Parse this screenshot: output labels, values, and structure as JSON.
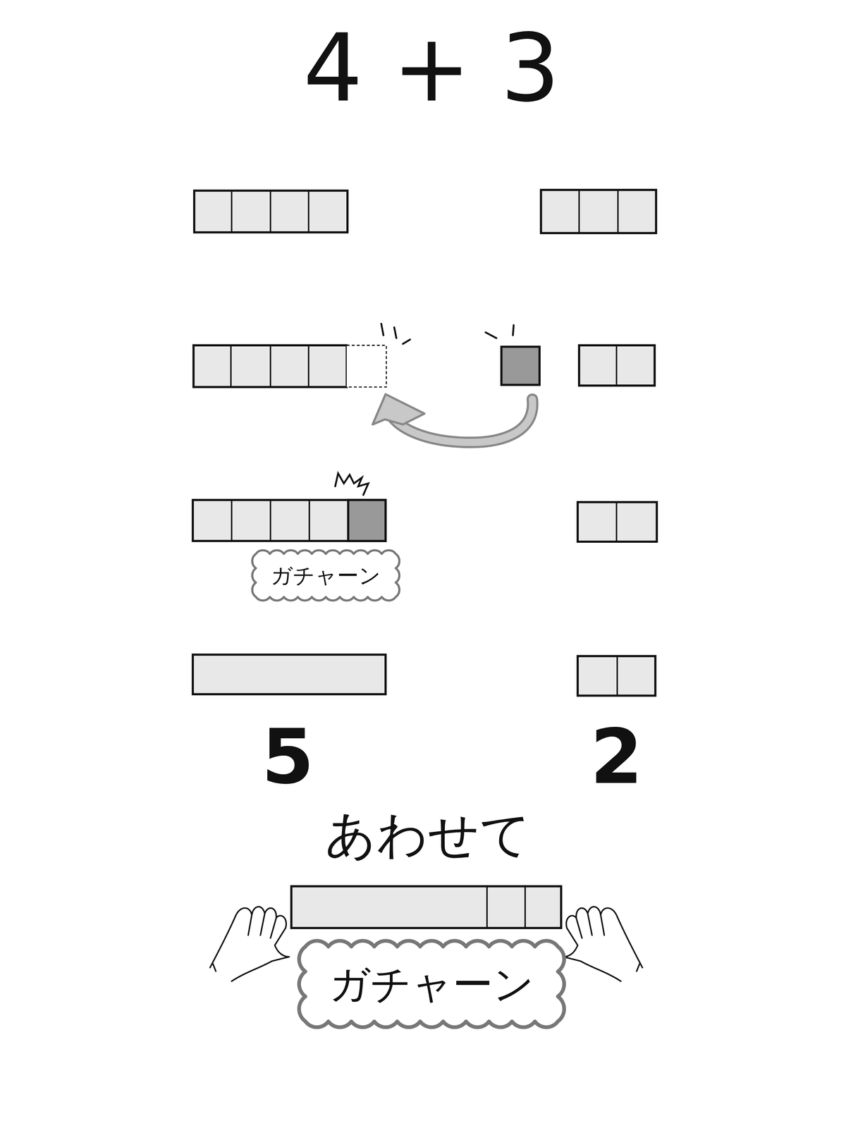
{
  "diagram": {
    "title": "4 + 3",
    "nodes": [
      {
        "text": [
          "ガチャーン"
        ]
      },
      {
        "text": [
          "ガチャーン"
        ]
      }
    ],
    "labels": [
      "5",
      "2",
      "あわせて"
    ]
  }
}
